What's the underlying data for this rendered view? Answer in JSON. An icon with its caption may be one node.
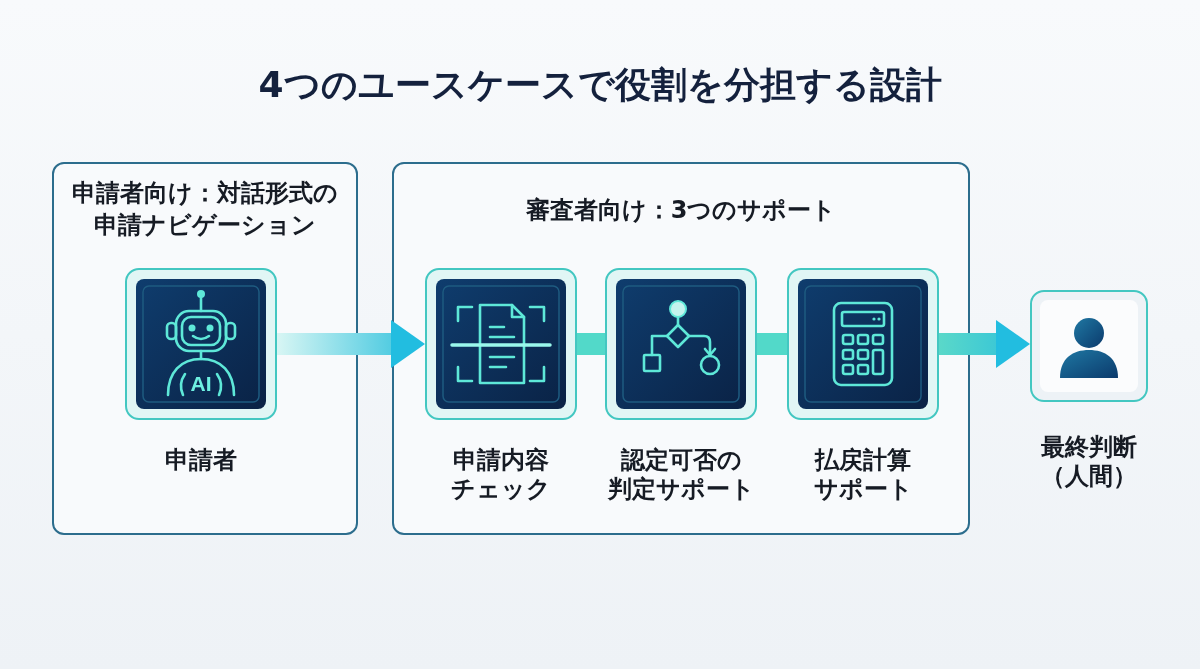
{
  "diagram": {
    "title": "4つのユースケースで役割を分担する設計",
    "nodes": [
      {
        "text": [
          "申請者向け：対話形式の申請ナビゲーション"
        ]
      },
      {
        "text": [
          "申請者"
        ],
        "in": 0
      },
      {
        "text": [
          "審査者向け：3つのサポート"
        ]
      },
      {
        "text": [
          "申請内容チェック"
        ],
        "in": 2
      },
      {
        "text": [
          "認定可否の判定サポート"
        ],
        "in": 2
      },
      {
        "text": [
          "払戻計算サポート"
        ],
        "in": 2
      },
      {
        "text": [
          "最終判断（人間）"
        ]
      }
    ],
    "edges": [
      {
        "from": 1,
        "to": 3,
        "arrow": "to"
      },
      {
        "from": 3,
        "to": 4,
        "arrow": "none"
      },
      {
        "from": 4,
        "to": 5,
        "arrow": "none"
      },
      {
        "from": 5,
        "to": 6,
        "arrow": "to"
      }
    ],
    "labels": [
      "AI"
    ]
  }
}
